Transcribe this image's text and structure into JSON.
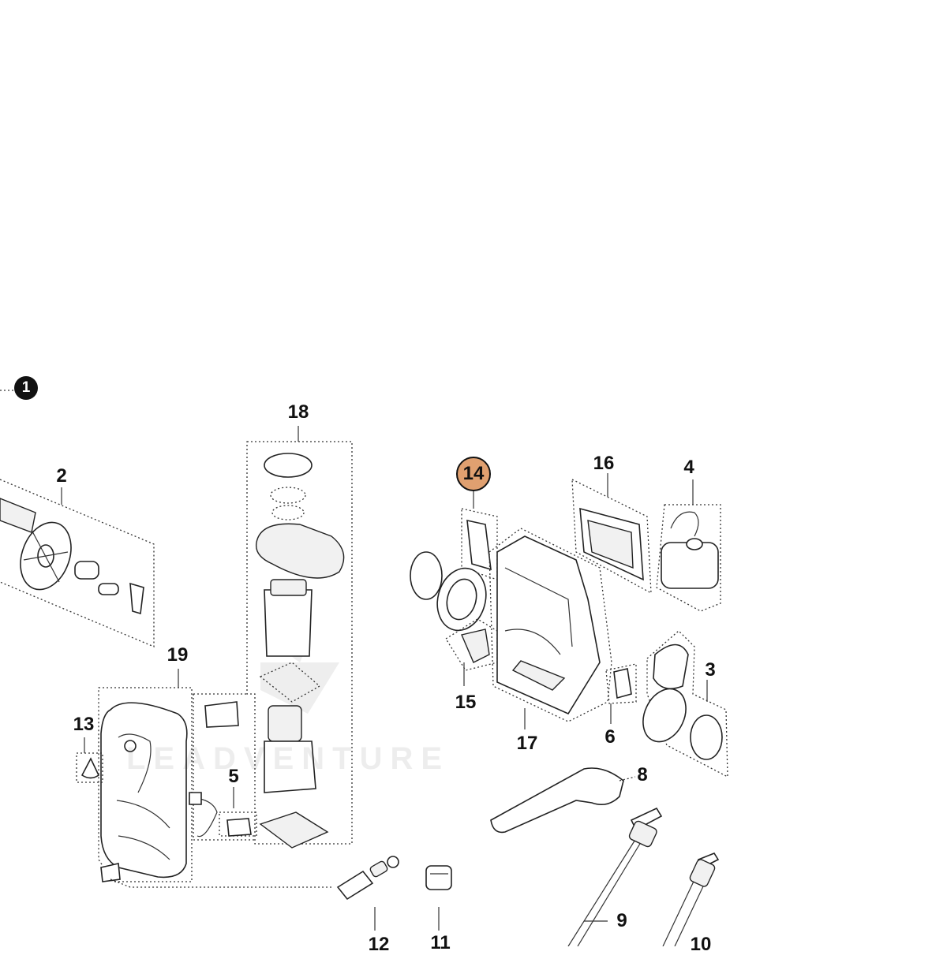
{
  "diagram": {
    "reference_badge": "1",
    "highlighted_callout": "14",
    "highlight_color": "#e0a070",
    "callouts": {
      "c2": "2",
      "c3": "3",
      "c4": "4",
      "c5": "5",
      "c6": "6",
      "c8": "8",
      "c9": "9",
      "c10": "10",
      "c11": "11",
      "c12": "12",
      "c13": "13",
      "c15": "15",
      "c16": "16",
      "c17": "17",
      "c18": "18",
      "c19": "19"
    },
    "watermark": "LEADVENTURE"
  }
}
